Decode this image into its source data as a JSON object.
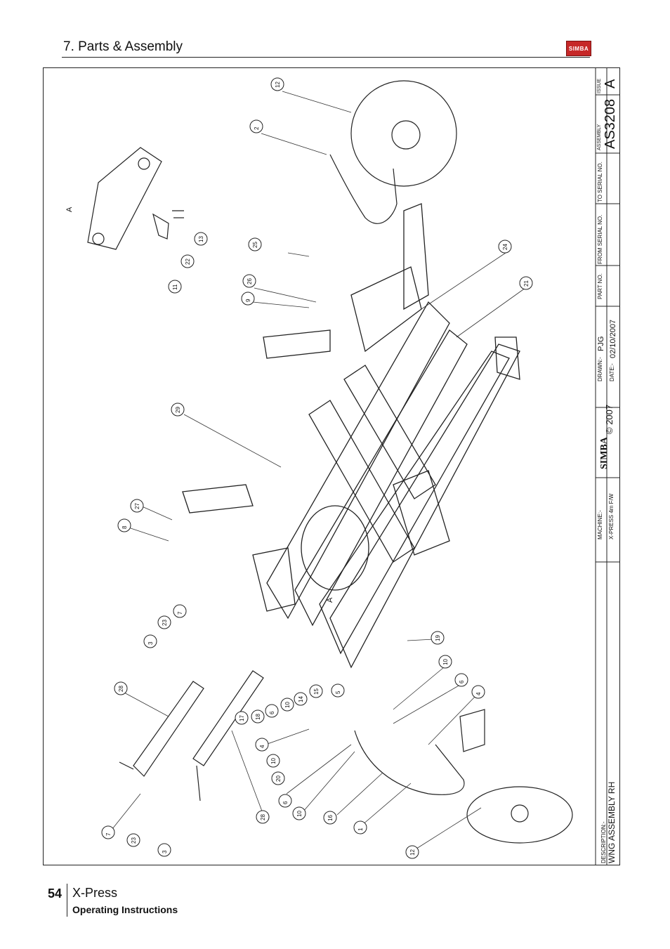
{
  "header": {
    "section_title": "7. Parts & Assembly",
    "logo_text": "SIMBA"
  },
  "footer": {
    "page_number": "54",
    "product": "X-Press",
    "subtitle": "Operating Instructions"
  },
  "title_block": {
    "issue_label": "ISSUE",
    "issue_value": "A",
    "assembly_label": "ASSEMBLY",
    "assembly_value": "AS3208",
    "to_serial_label": "TO SERIAL NO.",
    "from_serial_label": "FROM SERIAL NO.",
    "part_no_label": "PART NO.",
    "drawn_label": "DRAWN:-",
    "drawn_value": "PJG",
    "date_label": "DATE:-",
    "date_value": "02/10/2007",
    "copyright": "© 2007",
    "brand": "SIMBA",
    "machine_label": "MACHINE:-",
    "machine_value": "X-PRESS 4m F/W",
    "description_label": "DESCRIPTION:-",
    "description_value": "WNG ASSEMBLY RH"
  },
  "drawing": {
    "view_labels": [
      "A",
      "A"
    ],
    "callouts": [
      "12",
      "2",
      "13",
      "22",
      "11",
      "25",
      "26",
      "9",
      "24",
      "21",
      "29",
      "27",
      "8",
      "7",
      "23",
      "3",
      "28",
      "17",
      "18",
      "6",
      "10",
      "14",
      "15",
      "5",
      "19",
      "10",
      "6",
      "4",
      "4",
      "10",
      "20",
      "6",
      "10",
      "16",
      "1",
      "12",
      "28",
      "7",
      "23",
      "3"
    ]
  }
}
